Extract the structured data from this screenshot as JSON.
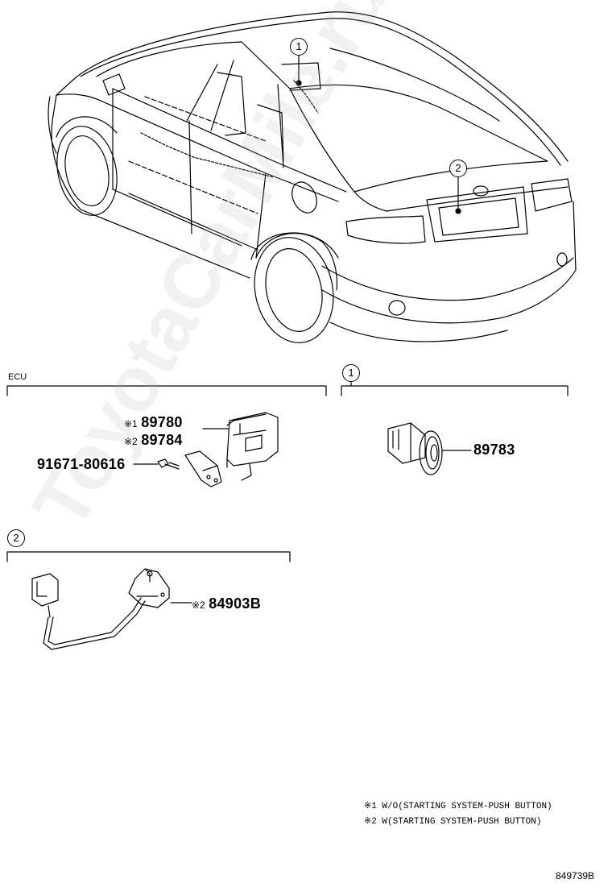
{
  "callouts": {
    "one": "1",
    "two": "2"
  },
  "sections": {
    "ecu": {
      "title": "ECU",
      "parts": [
        {
          "mark": "※1",
          "number": "89780"
        },
        {
          "mark": "※2",
          "number": "89784"
        }
      ],
      "bolt": "91671-80616"
    },
    "section1": {
      "marker": "1",
      "part": "89783"
    },
    "section2": {
      "marker": "2",
      "mark": "※2",
      "part": "84903B"
    }
  },
  "notes": [
    "※1 W/O(STARTING SYSTEM-PUSH BUTTON)",
    "※2 W(STARTING SYSTEM-PUSH BUTTON)"
  ],
  "diagram_id": "849739B",
  "watermark": "ToyotaCarMile.ru",
  "colors": {
    "line": "#000000",
    "background": "#ffffff"
  }
}
